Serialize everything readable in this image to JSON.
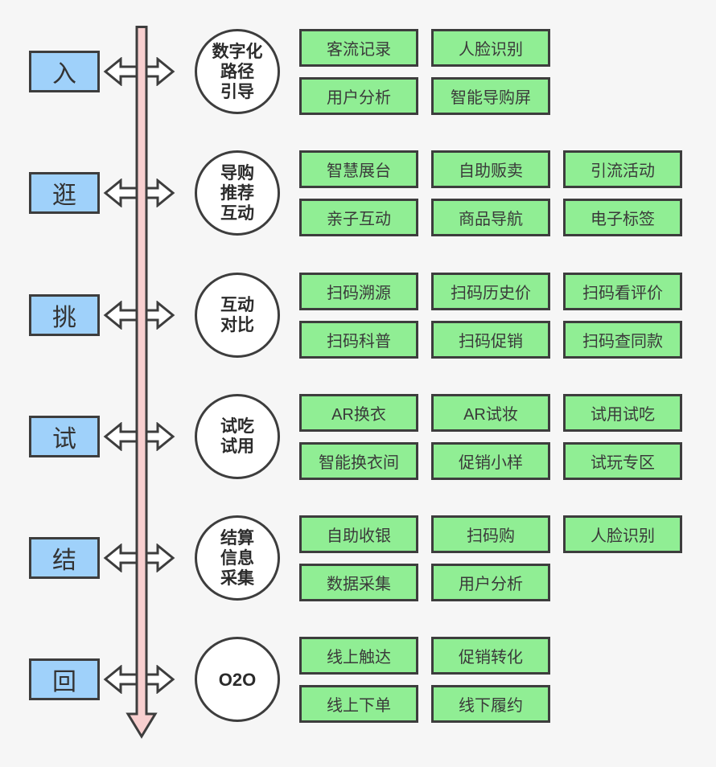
{
  "title": "in-store digital customer journey diagram",
  "colors": {
    "background": "#f6f6f6",
    "stage_fill": "#9fd1fa",
    "feature_fill": "#90ee94",
    "timeline_fill": "#f8cfcf",
    "connector_fill": "#ffffff",
    "outline": "#3d3d3d"
  },
  "rows": [
    {
      "stage": "入",
      "circle": [
        "数字化",
        "路径",
        "引导"
      ],
      "features_row1": [
        "客流记录",
        "人脸识别"
      ],
      "features_row2": [
        "用户分析",
        "智能导购屏"
      ]
    },
    {
      "stage": "逛",
      "circle": [
        "导购",
        "推荐",
        "互动"
      ],
      "features_row1": [
        "智慧展台",
        "自助贩卖",
        "引流活动"
      ],
      "features_row2": [
        "亲子互动",
        "商品导航",
        "电子标签"
      ]
    },
    {
      "stage": "挑",
      "circle": [
        "互动",
        "对比"
      ],
      "features_row1": [
        "扫码溯源",
        "扫码历史价",
        "扫码看评价"
      ],
      "features_row2": [
        "扫码科普",
        "扫码促销",
        "扫码查同款"
      ]
    },
    {
      "stage": "试",
      "circle": [
        "试吃",
        "试用"
      ],
      "features_row1": [
        "AR换衣",
        "AR试妆",
        "试用试吃"
      ],
      "features_row2": [
        "智能换衣间",
        "促销小样",
        "试玩专区"
      ]
    },
    {
      "stage": "结",
      "circle": [
        "结算",
        "信息",
        "采集"
      ],
      "features_row1": [
        "自助收银",
        "扫码购",
        "人脸识别"
      ],
      "features_row2": [
        "数据采集",
        "用户分析"
      ]
    },
    {
      "stage": "回",
      "circle": [
        "O2O"
      ],
      "features_row1": [
        "线上触达",
        "促销转化"
      ],
      "features_row2": [
        "线上下单",
        "线下履约"
      ]
    }
  ]
}
